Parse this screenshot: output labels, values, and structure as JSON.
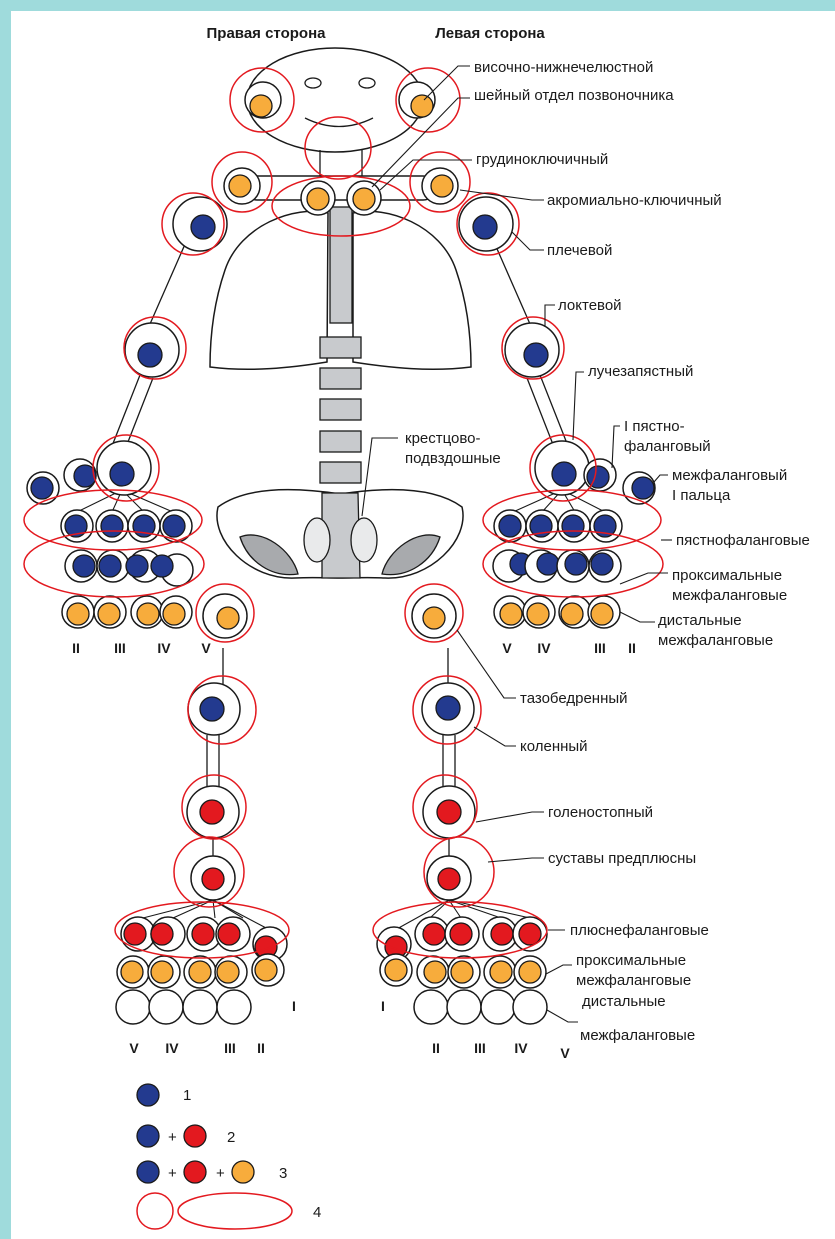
{
  "headers": {
    "right_side": "Правая сторона",
    "left_side": "Левая сторона"
  },
  "labels": {
    "tmj": "височно-нижнечелюстной",
    "cervical": "шейный отдел позвоночника",
    "sternoclavicular": "грудиноключичный",
    "acromioclavicular": "акромиально-ключичный",
    "shoulder": "плечевой",
    "elbow": "локтевой",
    "wrist": "лучезапястный",
    "thumb_mcp_1": "I пястно-",
    "thumb_mcp_2": "фаланговый",
    "thumb_ip_1": "межфаланговый",
    "thumb_ip_2": "I пальца",
    "sacroiliac_1": "крестцово-",
    "sacroiliac_2": "подвздошные",
    "mcp": "пястнофаланговые",
    "pip_1": "проксимальные",
    "pip_2": "межфаланговые",
    "dip_1": "дистальные",
    "dip_2": "межфаланговые",
    "hip": "тазобедренный",
    "knee": "коленный",
    "ankle": "голеностопный",
    "tarsal": "суставы предплюсны",
    "mtp": "плюснефаланговые",
    "foot_pip_1": "проксимальные",
    "foot_pip_2": "межфаланговые",
    "foot_dip_1": "дистальные",
    "foot_dip_2": "межфаланговые"
  },
  "roman": {
    "right_hand": [
      "II",
      "III",
      "IV",
      "V"
    ],
    "left_hand": [
      "V",
      "IV",
      "III",
      "II"
    ],
    "right_foot": [
      "V",
      "IV",
      "III",
      "II"
    ],
    "left_foot": [
      "II",
      "III",
      "IV",
      "V"
    ],
    "right_foot_big": "I",
    "left_foot_big": "I"
  },
  "legend": [
    {
      "number": "1"
    },
    {
      "number": "2"
    },
    {
      "number": "3"
    },
    {
      "number": "4"
    }
  ],
  "legend_plus": "+",
  "colors": {
    "blue": "#233a8f",
    "red": "#e3191f",
    "orange": "#f7ac3c",
    "ring": "#e3191f",
    "gray": "#c8cacd",
    "darkgray": "#a8aaad"
  }
}
